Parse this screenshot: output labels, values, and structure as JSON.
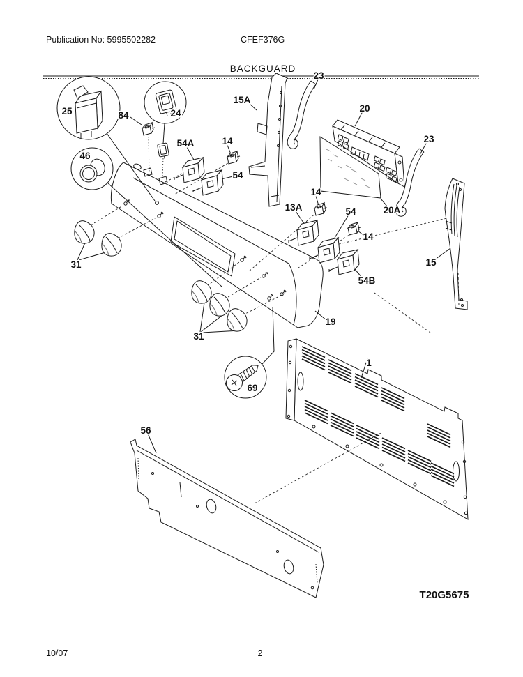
{
  "page": {
    "publication_no": "Publication No: 5995502282",
    "model_number": "CFEF376G",
    "section_title": "BACKGUARD",
    "diagram_code": "T20G5675",
    "revision_date": "10/07",
    "page_number": "2"
  },
  "diagram": {
    "title": "Backguard exploded parts view",
    "callouts": [
      {
        "label": "25"
      },
      {
        "label": "84"
      },
      {
        "label": "24"
      },
      {
        "label": "46"
      },
      {
        "label": "15A"
      },
      {
        "label": "23"
      },
      {
        "label": "20"
      },
      {
        "label": "23"
      },
      {
        "label": "54A"
      },
      {
        "label": "14"
      },
      {
        "label": "54"
      },
      {
        "label": "13A"
      },
      {
        "label": "14"
      },
      {
        "label": "54"
      },
      {
        "label": "14"
      },
      {
        "label": "20A"
      },
      {
        "label": "54B"
      },
      {
        "label": "15"
      },
      {
        "label": "19"
      },
      {
        "label": "31"
      },
      {
        "label": "31"
      },
      {
        "label": "69"
      },
      {
        "label": "1"
      },
      {
        "label": "56"
      }
    ]
  }
}
